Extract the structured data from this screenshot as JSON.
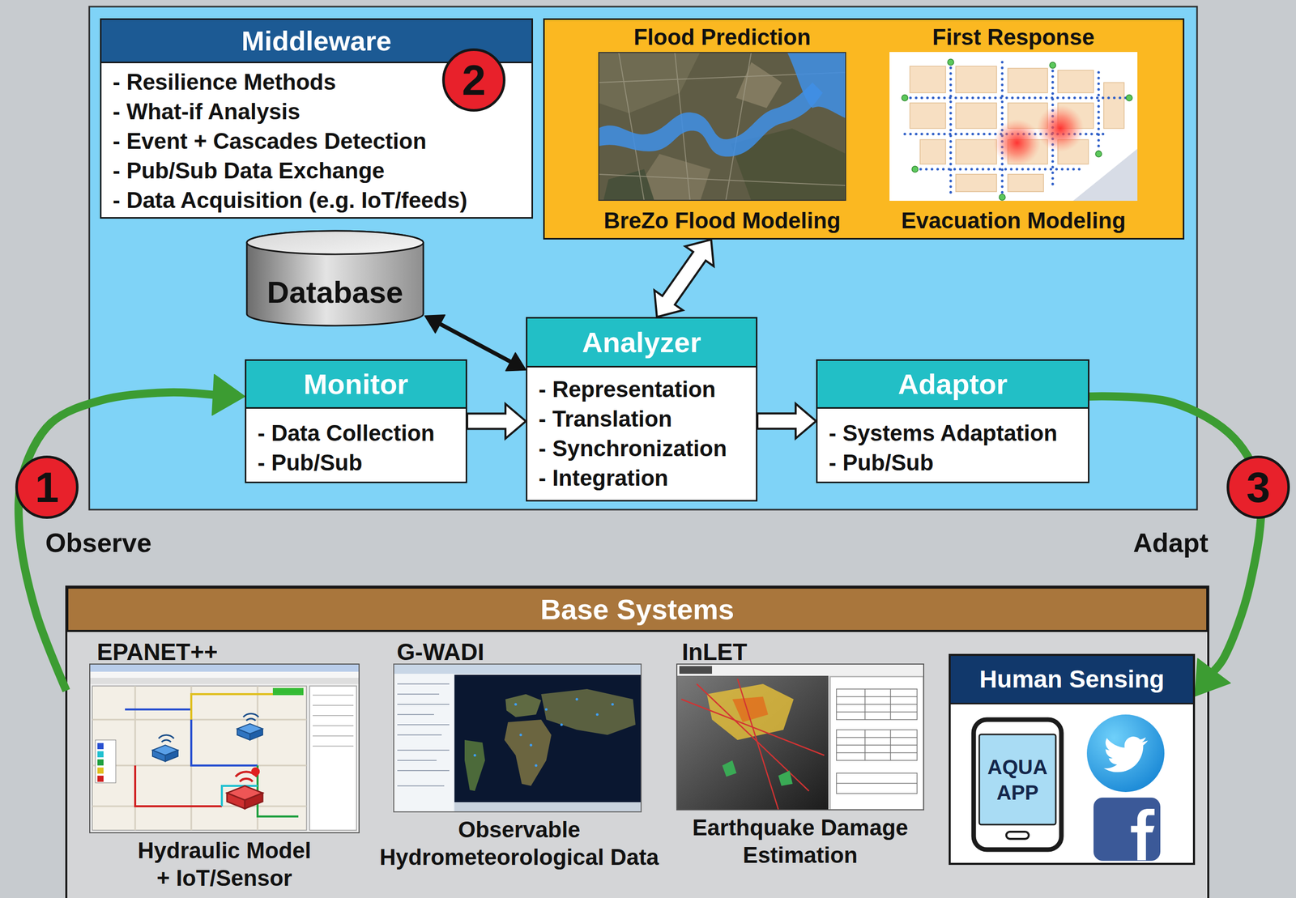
{
  "diagram": {
    "nodes": [
      {
        "text": [
          "Middleware",
          "- Resilience Methods",
          "- What-if Analysis",
          "- Event + Cascades Detection",
          "- Pub/Sub Data Exchange",
          "- Data Acquisition (e.g. IoT/feeds)"
        ]
      },
      {
        "text": [
          "Flood Prediction",
          "First Response",
          "BreZo Flood Modeling",
          "Evacuation Modeling"
        ]
      },
      {
        "text": [
          "Database"
        ]
      },
      {
        "text": [
          "Monitor",
          "- Data Collection",
          "- Pub/Sub"
        ]
      },
      {
        "text": [
          "Analyzer",
          "- Representation",
          "- Translation",
          "- Synchronization",
          "- Integration"
        ]
      },
      {
        "text": [
          "Adaptor",
          "- Systems Adaptation",
          "- Pub/Sub"
        ]
      },
      {
        "text": [
          "Base Systems"
        ]
      },
      {
        "text": [
          "EPANET++",
          "Hydraulic Model + IoT/Sensor"
        ],
        "in": 6
      },
      {
        "text": [
          "G-WADI",
          "Observable Hydrometeorological Data"
        ],
        "in": 6
      },
      {
        "text": [
          "InLET",
          "Earthquake Damage Estimation"
        ],
        "in": 6
      },
      {
        "text": [
          "Human Sensing"
        ],
        "in": 6
      },
      {
        "text": [
          "AQUA APP"
        ],
        "in": 10
      }
    ],
    "edges": [
      {
        "from": 3,
        "to": 4,
        "arrow": "to"
      },
      {
        "from": 4,
        "to": 5,
        "arrow": "to"
      },
      {
        "from": 2,
        "to": 4,
        "arrow": "both"
      },
      {
        "from": 4,
        "to": 1,
        "arrow": "both"
      },
      {
        "from": 6,
        "to": 3,
        "arrow": "to"
      },
      {
        "from": 5,
        "to": 10,
        "arrow": "to"
      }
    ],
    "labels": [
      "2",
      "1",
      "Observe",
      "3",
      "Adapt"
    ]
  }
}
